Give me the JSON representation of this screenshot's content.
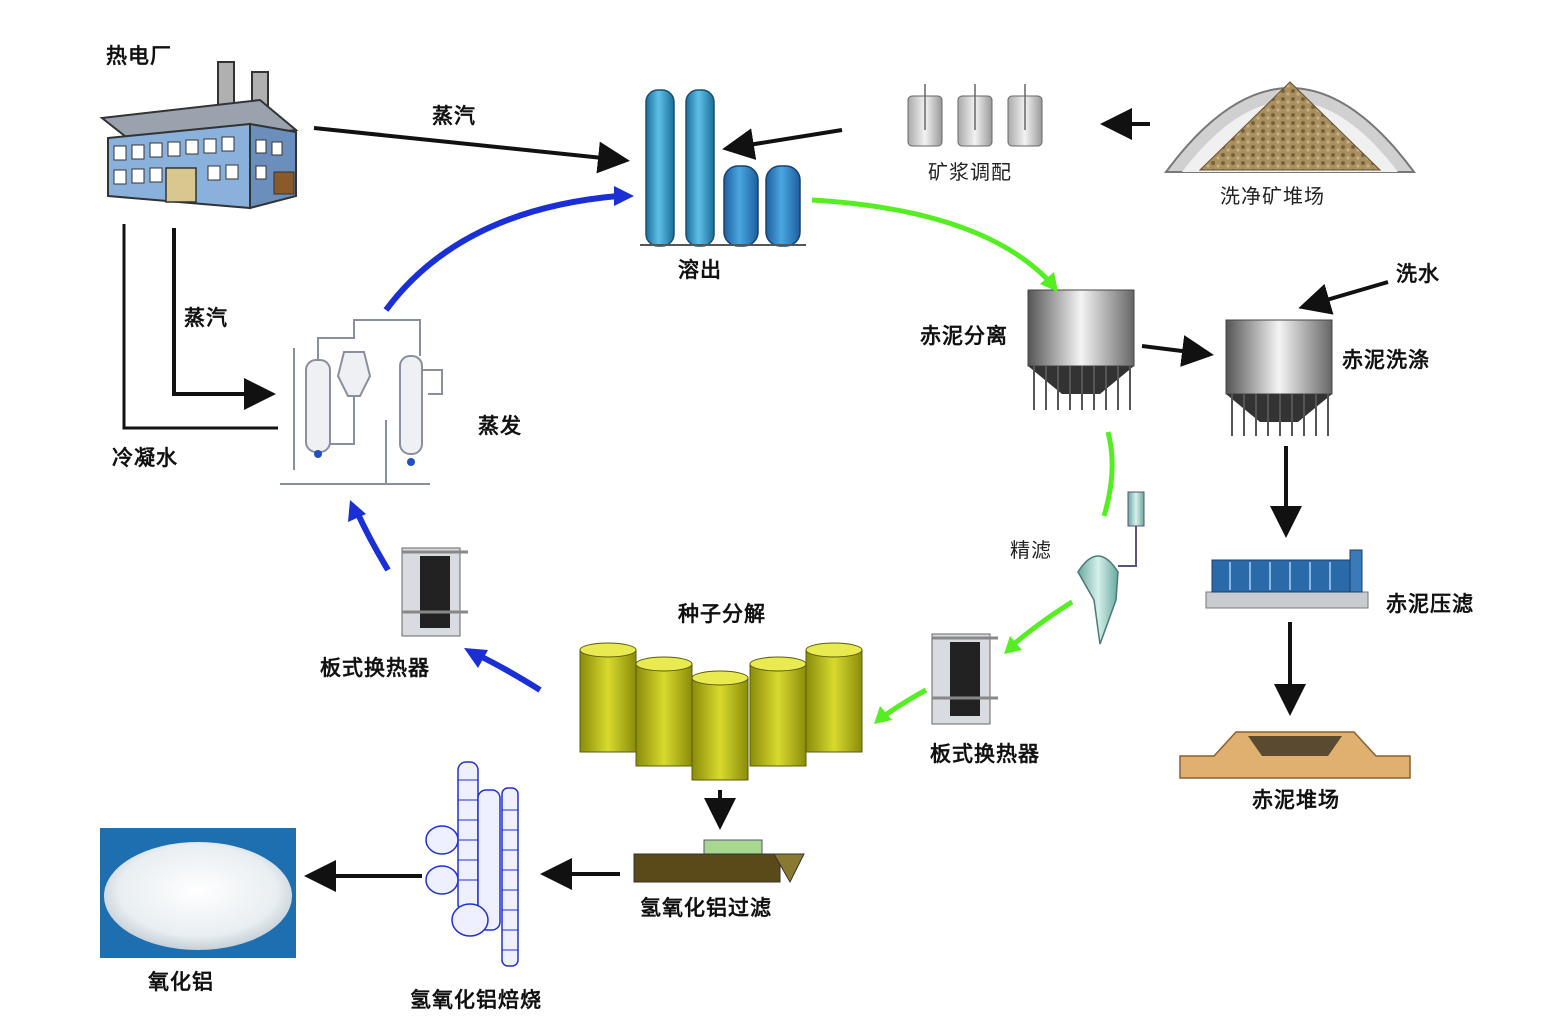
{
  "labels": {
    "power_plant": "热电厂",
    "steam_top": "蒸汽",
    "steam_left": "蒸汽",
    "condensate": "冷凝水",
    "digestion": "溶出",
    "slurry_prep": "矿浆调配",
    "ore_yard": "洗净矿堆场",
    "wash_water": "洗水",
    "red_mud_separation": "赤泥分离",
    "red_mud_washing": "赤泥洗涤",
    "evaporation": "蒸发",
    "fine_filtration": "精滤",
    "red_mud_press": "赤泥压滤",
    "red_mud_yard": "赤泥堆场",
    "plate_hx_left": "板式换热器",
    "plate_hx_right": "板式换热器",
    "seed_decomposition": "种子分解",
    "hydroxide_filtration": "氢氧化铝过滤",
    "hydroxide_calcination": "氢氧化铝焙烧",
    "alumina": "氧化铝"
  },
  "colors": {
    "green_flow": "#55ee22",
    "blue_flow": "#1a2fd6",
    "black_flow": "#111111",
    "tank_yellow": "#c4c61a",
    "tank_blue": "#2e8fc4",
    "building_blue": "#8ab0dc"
  }
}
